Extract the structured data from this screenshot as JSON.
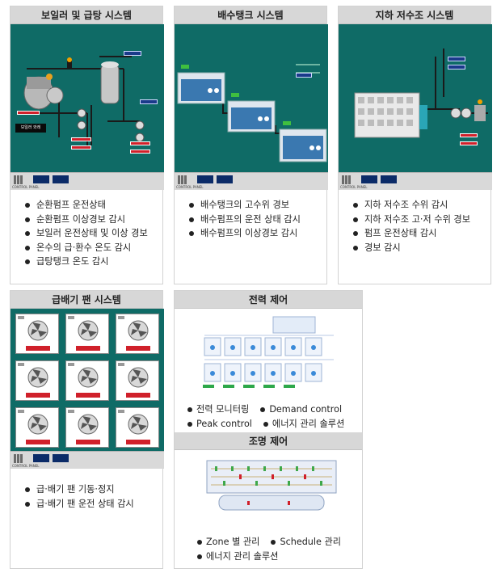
{
  "cards": {
    "boiler": {
      "title": "보일러 및 급탕 시스템",
      "overlay": "보일러 와레",
      "bullets": [
        "순환펌프 운전상태",
        "순환펌프 이상경보 감시",
        "보일러 운전상태 및 이상 경보",
        "온수의 급·환수 온도 감시",
        "급탕탱크 온도 감시"
      ]
    },
    "drain": {
      "title": "배수탱크 시스템",
      "bullets": [
        "배수탱크의 고수위 경보",
        "배수펌프의 운전 상태 감시",
        "배수펌프의 이상경보 감시"
      ]
    },
    "underground": {
      "title": "지하 저수조 시스템",
      "bullets": [
        "지하 저수조 수위 감시",
        "지하 저수조 고·저 수위 경보",
        "펌프 운전상태 감시",
        "경보 감시"
      ]
    },
    "fan": {
      "title": "급배기 팬 시스템",
      "bullets": [
        "급·배기 팬 기동·정지",
        "급·배기 팬 운전 상태 감시"
      ]
    },
    "power": {
      "title": "전력 제어",
      "features": [
        "전력 모니터링",
        "Demand control",
        "Peak control",
        "에너지 관리 솔루션"
      ]
    },
    "lighting": {
      "title": "조명 제어",
      "features": [
        "Zone 별 관리",
        "Schedule 관리",
        "에너지 관리 솔루션"
      ]
    }
  },
  "scada_bar": {
    "control_label": "CONTROL PANEL"
  },
  "colors": {
    "panel": "#0f6b66",
    "header": "#d7d7d7",
    "alarm": "#d0202a",
    "tag": "#1a3a8a"
  }
}
